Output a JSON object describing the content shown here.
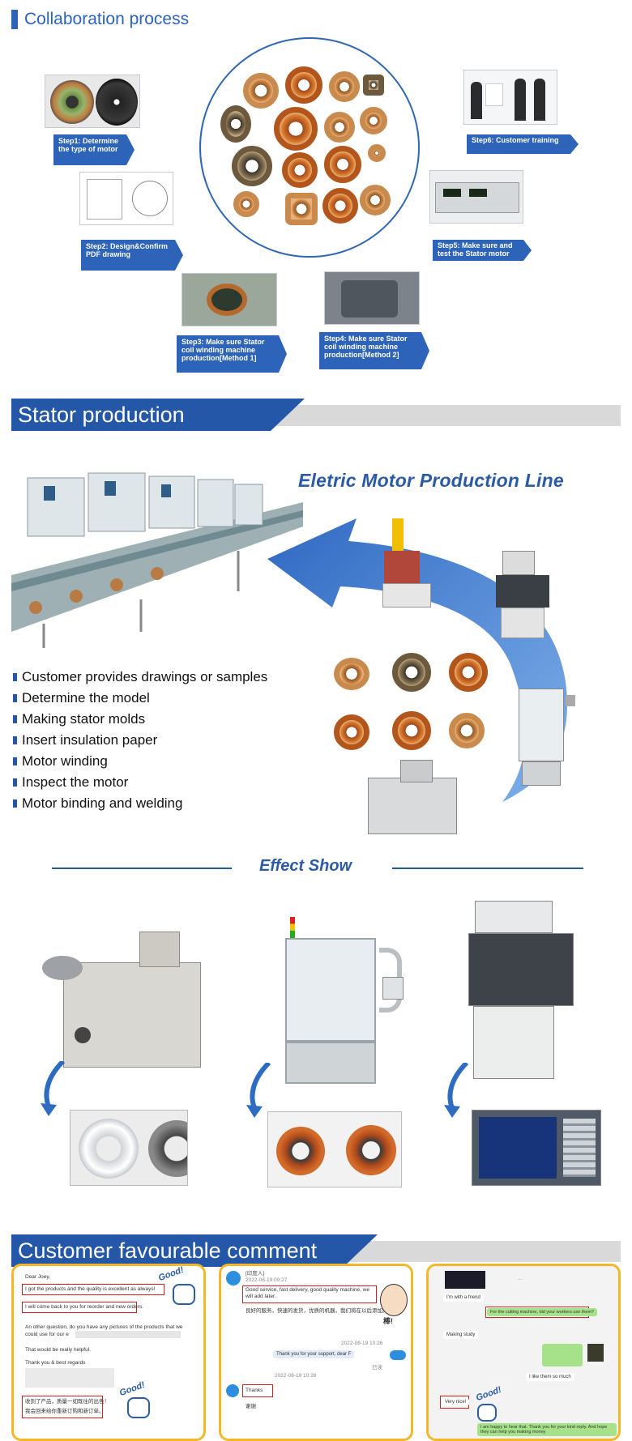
{
  "collaboration": {
    "title": "Collaboration process",
    "steps": {
      "s1": "Step1: Determine the type of motor",
      "s2": "Step2: Design&Confirm PDF drawing",
      "s3": "Step3: Make sure Stator coil winding machine production[Method 1]",
      "s4": "Step4: Make sure Stator coil winding machine production[Method 2]",
      "s5": "Step5: Make sure and test the Stator motor",
      "s6": "Step6: Customer training"
    }
  },
  "stator_production": {
    "title": "Stator production",
    "line_title": "Eletric Motor Production Line",
    "bullets": [
      "Customer provides drawings or samples",
      "Determine the model",
      "Making stator molds",
      "Insert insulation paper",
      "Motor winding",
      "Inspect the motor",
      "Motor binding and welding"
    ]
  },
  "effect_show": {
    "title": "Effect Show"
  },
  "comments": {
    "title": "Customer favourable comment",
    "card1": {
      "greeting": "Dear Joey,",
      "line1": "I got the products and the quality is excellent as always!",
      "line2": "I will come back to you for reorder and new orders.",
      "line3": "An other question, do you have any pictures of the products that we",
      "line4": "could use for our e",
      "line5": "That would be really helpful.",
      "line6": "Thank you & best regards",
      "cn1": "收到了产品，质量一如既往的出色！",
      "cn2": "我会回来给你重新订购和新订单。",
      "good": "Good!"
    },
    "card2": {
      "name": "[印度人]",
      "date1": "2022-08-19 09:27",
      "msg1": "Good service, fast delivery, good quality machine, we will add later.",
      "cn1": "良好的服务，快速的发货，优质的机器，我们将在以后添加。",
      "time2": "2022-08-19 10:26",
      "msg2": "Thank you for your support, dear F",
      "read": "已读",
      "time3": "2022-08-19 10:26",
      "msg3": "Thanks",
      "cn3": "谢谢",
      "badge": "棒!"
    },
    "card3": {
      "msg1": "I'm with a friend",
      "msg2": "For the cutting machine, did your workers use them?",
      "msg3": "Making study",
      "msg4": "I like them so much",
      "msg5": "Very nice!",
      "msg6": "I am happy to hear that. Thank you for your kind reply. And hope they can help you making money",
      "good": "Good!"
    }
  },
  "colors": {
    "brand_blue": "#2557a8",
    "ribbon_gray": "#d9d9d9",
    "card_border": "#f3b728",
    "highlight_red": "#d42020"
  }
}
